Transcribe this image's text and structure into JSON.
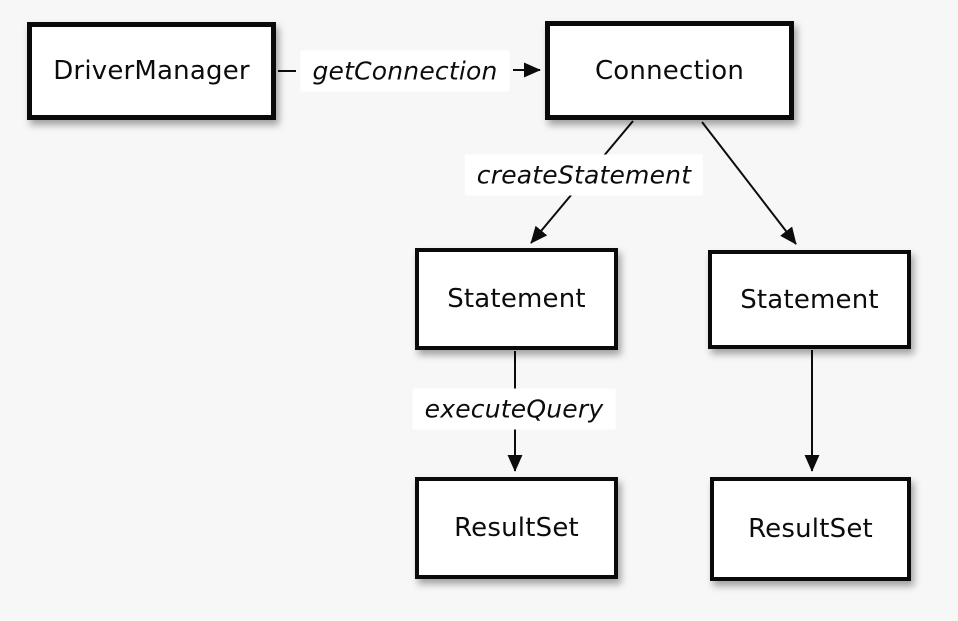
{
  "diagram": {
    "nodes": [
      {
        "id": "drivermanager",
        "label": "DriverManager"
      },
      {
        "id": "connection",
        "label": "Connection"
      },
      {
        "id": "statement-left",
        "label": "Statement"
      },
      {
        "id": "statement-right",
        "label": "Statement"
      },
      {
        "id": "resultset-left",
        "label": "ResultSet"
      },
      {
        "id": "resultset-right",
        "label": "ResultSet"
      }
    ],
    "edges": [
      {
        "from": "drivermanager",
        "to": "connection",
        "label": "getConnection"
      },
      {
        "from": "connection",
        "to": "statement-left",
        "label": "createStatement"
      },
      {
        "from": "connection",
        "to": "statement-right",
        "label": ""
      },
      {
        "from": "statement-left",
        "to": "resultset-left",
        "label": "executeQuery"
      },
      {
        "from": "statement-right",
        "to": "resultset-right",
        "label": ""
      }
    ],
    "colors": {
      "background": "#f7f7f7",
      "node_fill": "#ffffff",
      "node_border": "#0a0a0a",
      "line": "#0c0c0c",
      "text": "#0c0c0c"
    }
  }
}
